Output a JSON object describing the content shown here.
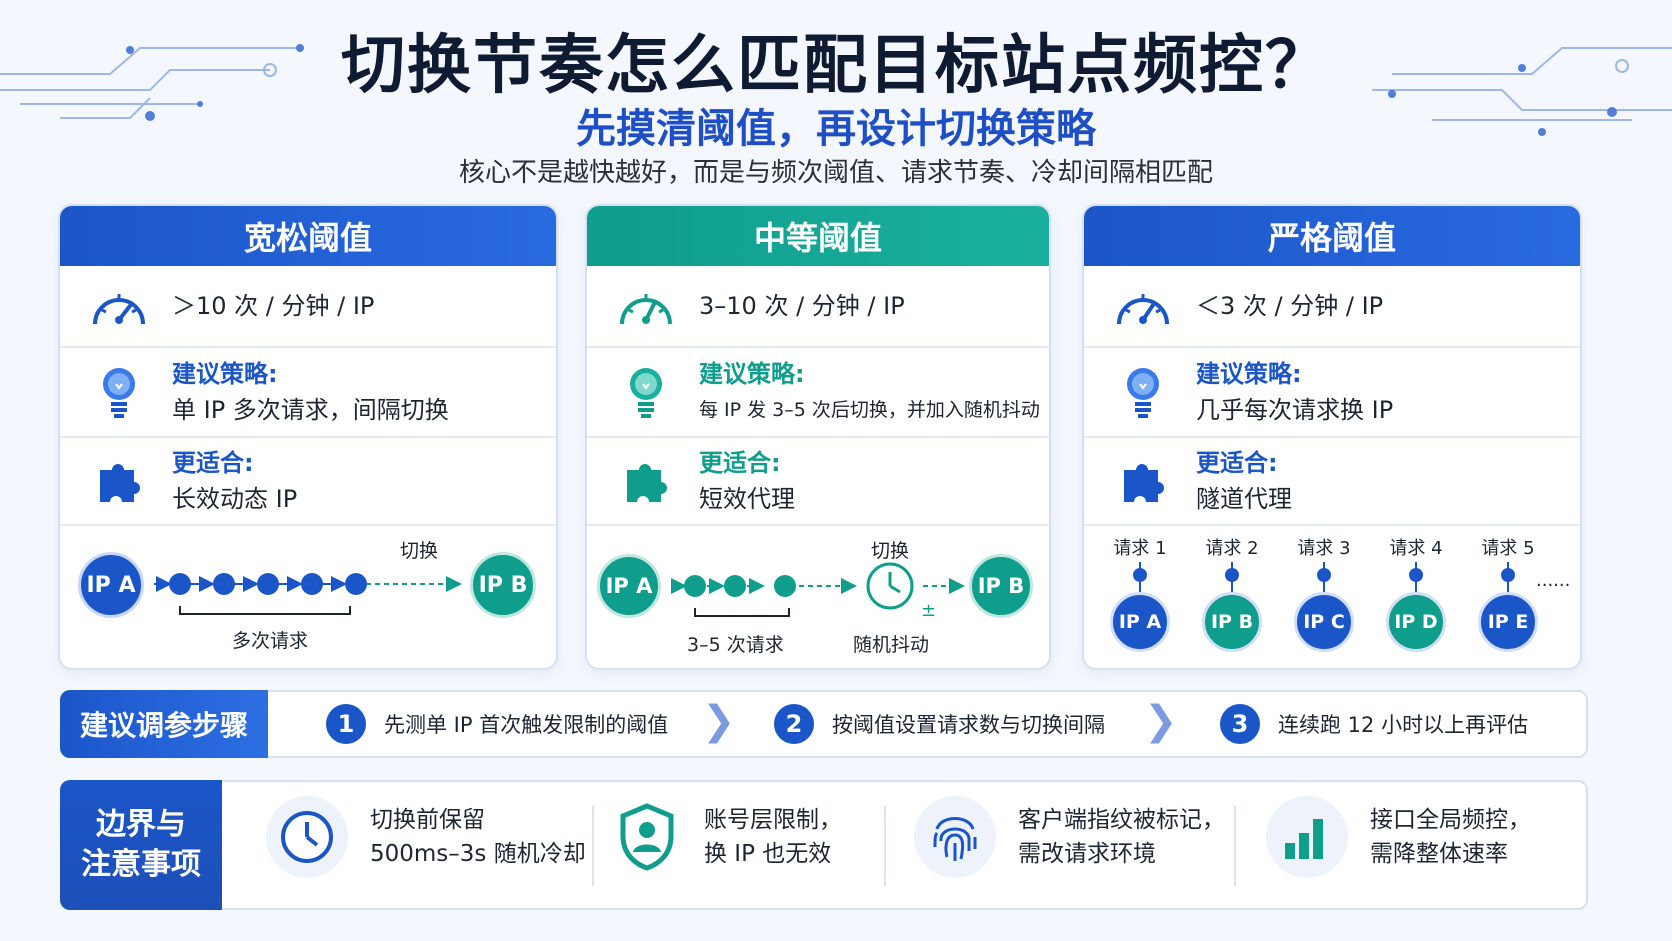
{
  "title": "切换节奏怎么匹配目标站点频控？",
  "subtitle": "先摸清阈值，再设计切换策略",
  "tagline": "核心不是越快越好，而是与频次阈值、请求节奏、冷却间隔相匹配",
  "colors": {
    "blue": "#1b56c9",
    "teal": "#0f9d8c",
    "navy": "#0f1a33"
  },
  "cards": [
    {
      "header": "宽松阈值",
      "threshold": "＞10 次 / 分钟 / IP",
      "strategy_label": "建议策略:",
      "strategy": "单 IP 多次请求，间隔切换",
      "fit_label": "更适合:",
      "fit": "长效动态 IP",
      "flow": {
        "from": "IP A",
        "to": "IP B",
        "switch": "切换",
        "caption": "多次请求"
      }
    },
    {
      "header": "中等阈值",
      "threshold": "3–10 次 / 分钟 / IP",
      "strategy_label": "建议策略:",
      "strategy": "每 IP 发 3–5 次后切换，并加入随机抖动",
      "fit_label": "更适合:",
      "fit": "短效代理",
      "flow": {
        "from": "IP A",
        "to": "IP B",
        "switch": "切换",
        "caption": "3–5 次请求",
        "jitter": "随机抖动",
        "pm": "±"
      }
    },
    {
      "header": "严格阈值",
      "threshold": "＜3 次 / 分钟 / IP",
      "strategy_label": "建议策略:",
      "strategy": "几乎每次请求换 IP",
      "fit_label": "更适合:",
      "fit": "隧道代理",
      "requests": [
        {
          "label": "请求 1",
          "ip": "IP A"
        },
        {
          "label": "请求 2",
          "ip": "IP B"
        },
        {
          "label": "请求 3",
          "ip": "IP C"
        },
        {
          "label": "请求 4",
          "ip": "IP D"
        },
        {
          "label": "请求 5",
          "ip": "IP E"
        }
      ],
      "more": "......"
    }
  ],
  "steps": {
    "header": "建议调参步骤",
    "items": [
      {
        "num": "1",
        "text": "先测单 IP 首次触发限制的阈值"
      },
      {
        "num": "2",
        "text": "按阈值设置请求数与切换间隔"
      },
      {
        "num": "3",
        "text": "连续跑 12 小时以上再评估"
      }
    ]
  },
  "notes": {
    "header_line1": "边界与",
    "header_line2": "注意事项",
    "items": [
      {
        "icon": "clock-icon",
        "line1": "切换前保留",
        "line2": "500ms–3s 随机冷却"
      },
      {
        "icon": "shield-user-icon",
        "line1": "账号层限制，",
        "line2": "换 IP 也无效"
      },
      {
        "icon": "fingerprint-icon",
        "line1": "客户端指纹被标记，",
        "line2": "需改请求环境"
      },
      {
        "icon": "bar-chart-icon",
        "line1": "接口全局频控，",
        "line2": "需降整体速率"
      }
    ]
  }
}
